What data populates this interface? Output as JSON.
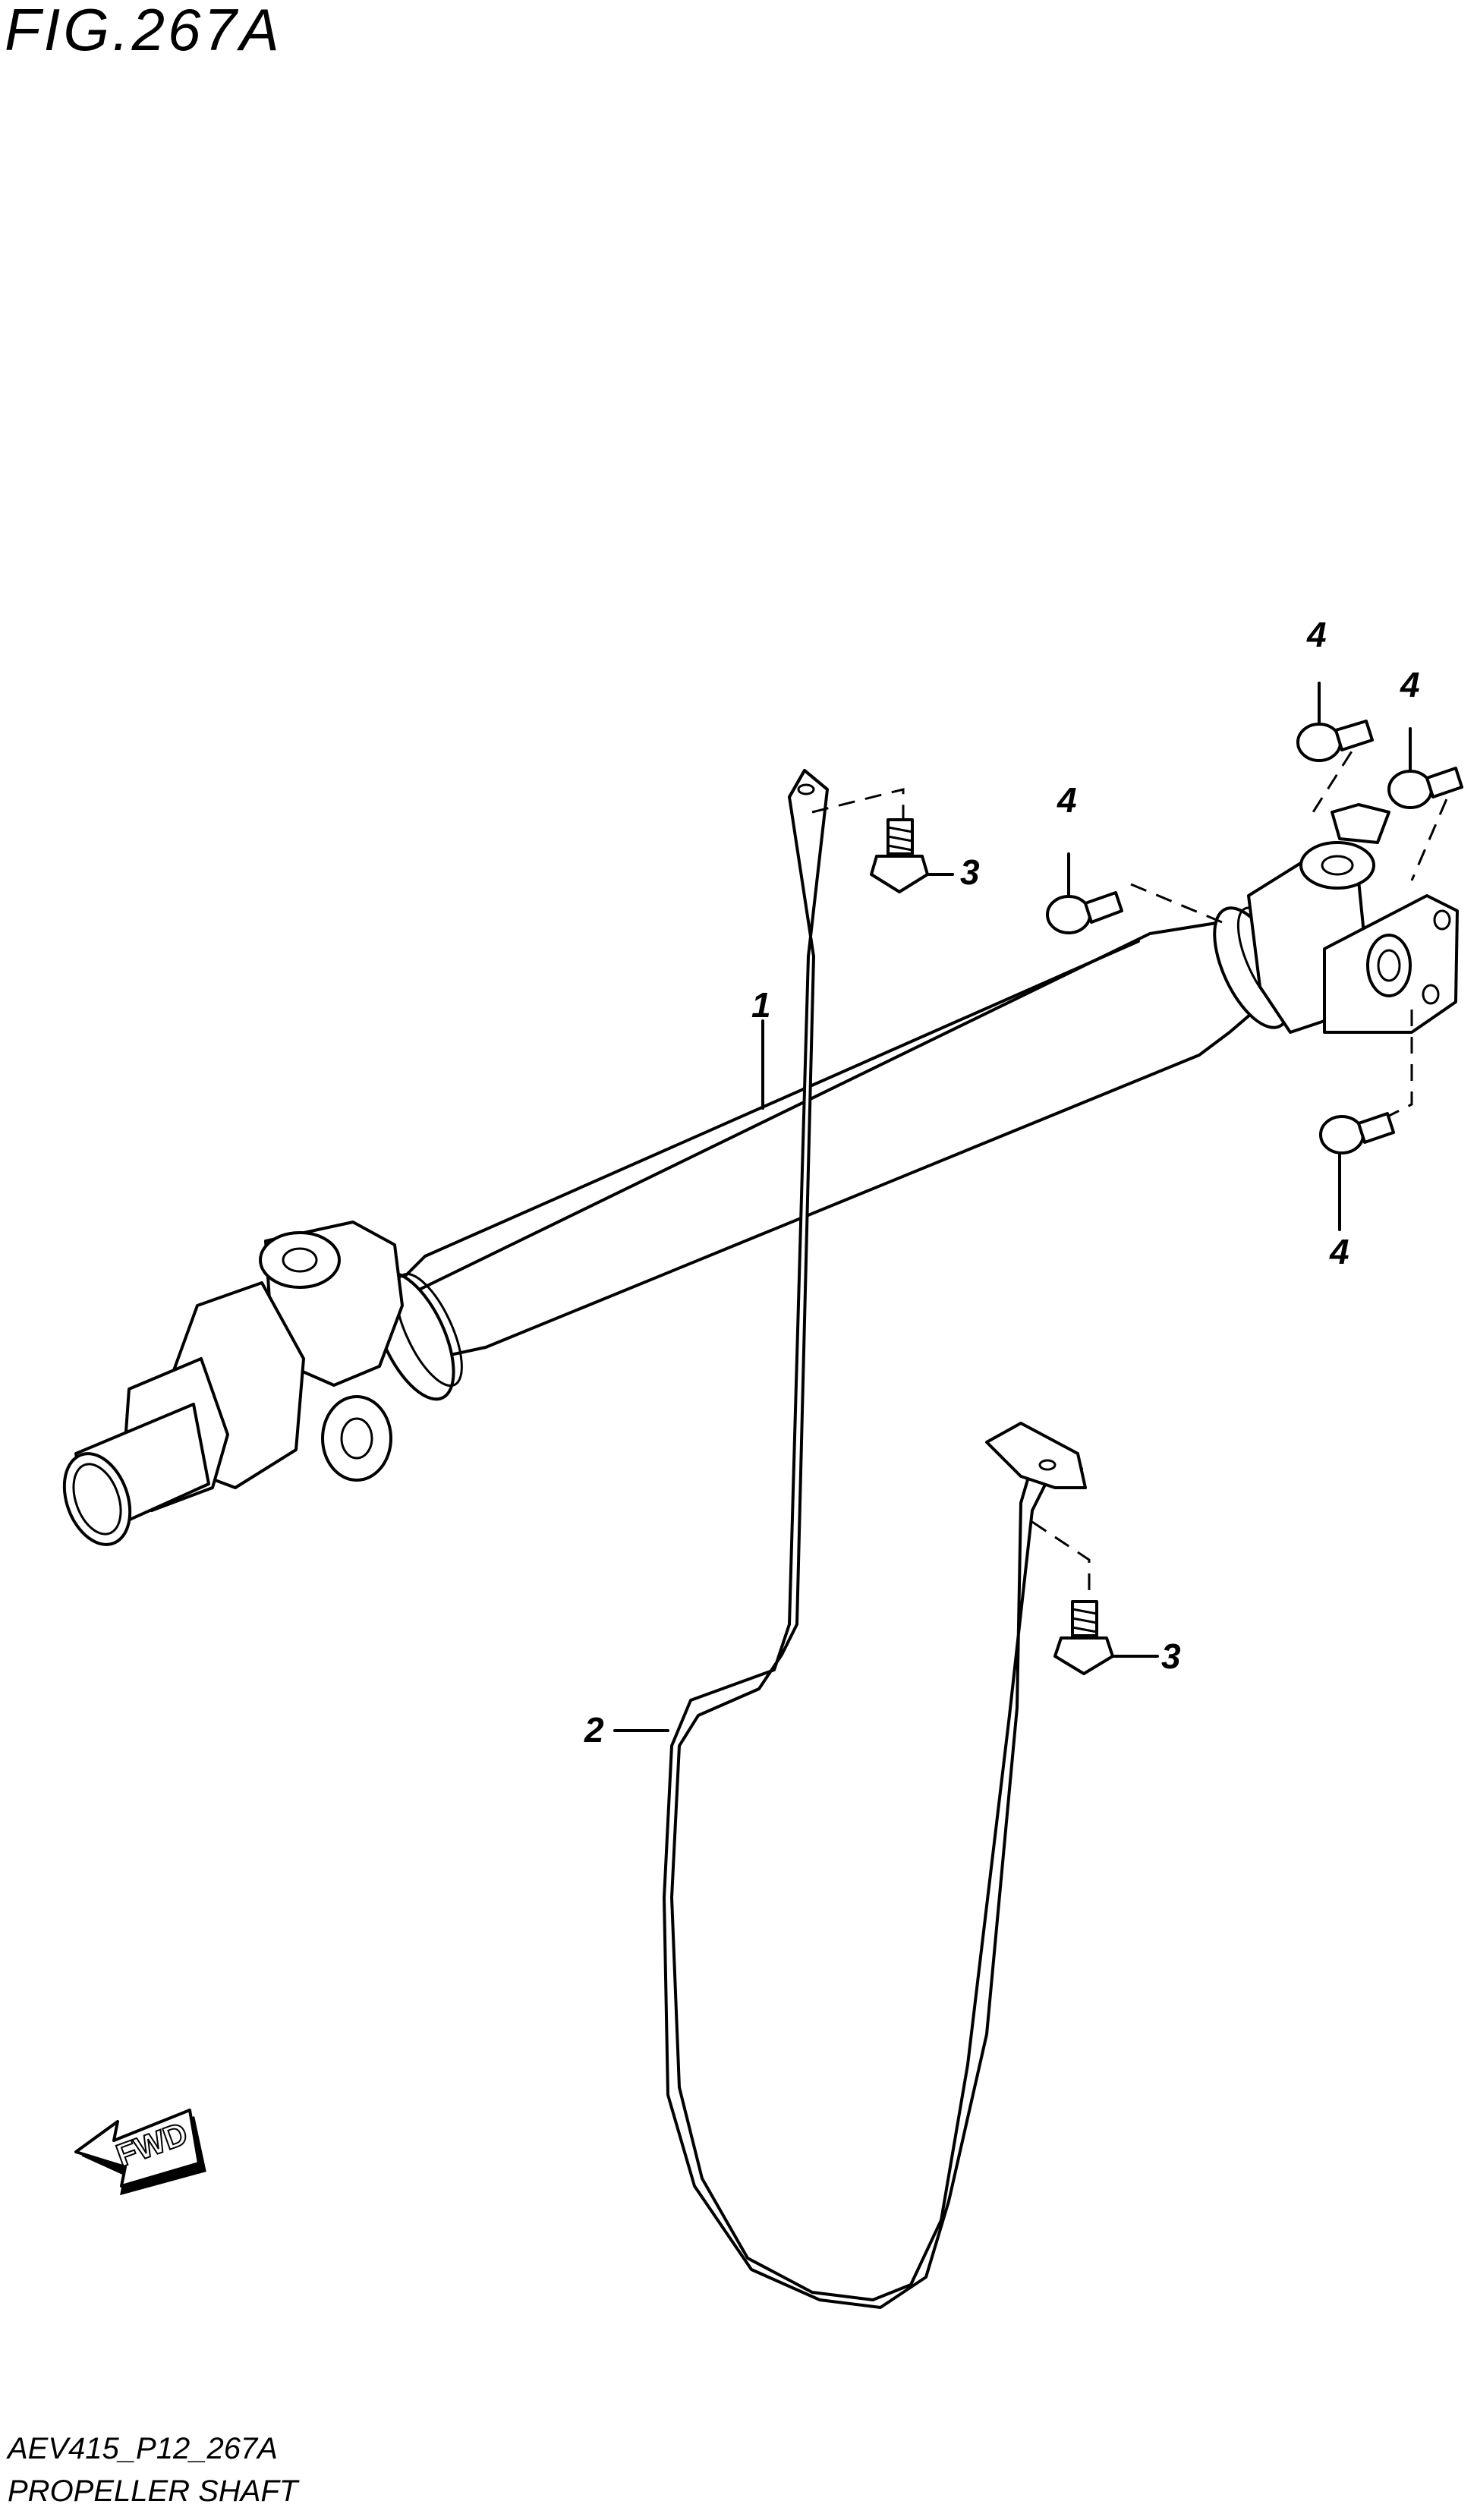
{
  "figure": {
    "title": "FIG.267A",
    "code": "AEV415_P12_267A",
    "name": "PROPELLER SHAFT"
  },
  "callouts": [
    {
      "id": "c1",
      "label": "1"
    },
    {
      "id": "c2",
      "label": "2"
    },
    {
      "id": "c3a",
      "label": "3"
    },
    {
      "id": "c3b",
      "label": "3"
    },
    {
      "id": "c4a",
      "label": "4"
    },
    {
      "id": "c4b",
      "label": "4"
    },
    {
      "id": "c4c",
      "label": "4"
    },
    {
      "id": "c4d",
      "label": "4"
    }
  ],
  "fwd": {
    "label": "FWD"
  }
}
